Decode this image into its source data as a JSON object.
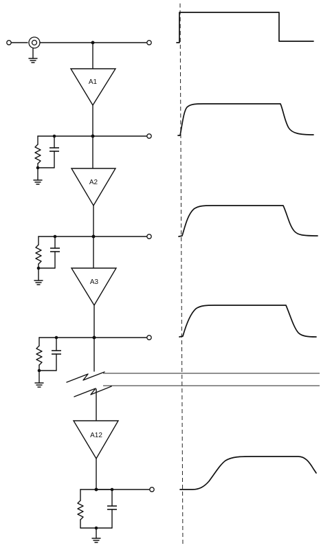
{
  "diagram": {
    "stage_labels": [
      "A1",
      "A2",
      "A3",
      "A12"
    ]
  }
}
